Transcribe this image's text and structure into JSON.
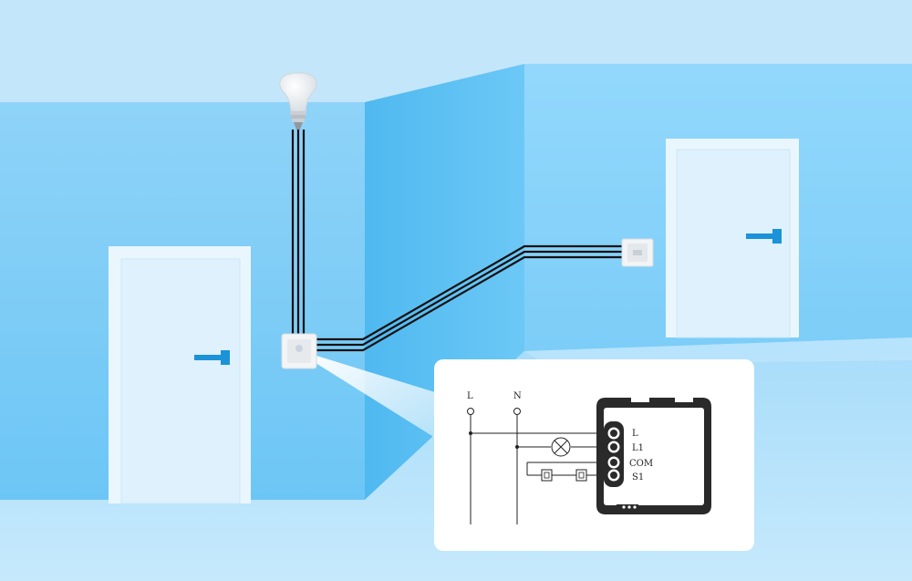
{
  "colors": {
    "sky": "#c4e6fb",
    "left_wall": "#7fcdf6",
    "right_wall": "#86d2fb",
    "corner_wall": "#5fc1f3",
    "floor": "#b2e0fb",
    "door_frame": "#eaf6fd",
    "door_panel": "#dff1fc",
    "handle": "#1c93d8",
    "wire": "#111111",
    "callout_bg": "#ffffff"
  },
  "diagram": {
    "supply_labels": [
      "L",
      "N"
    ],
    "terminal_labels": [
      "L",
      "L1",
      "COM",
      "S1"
    ]
  }
}
